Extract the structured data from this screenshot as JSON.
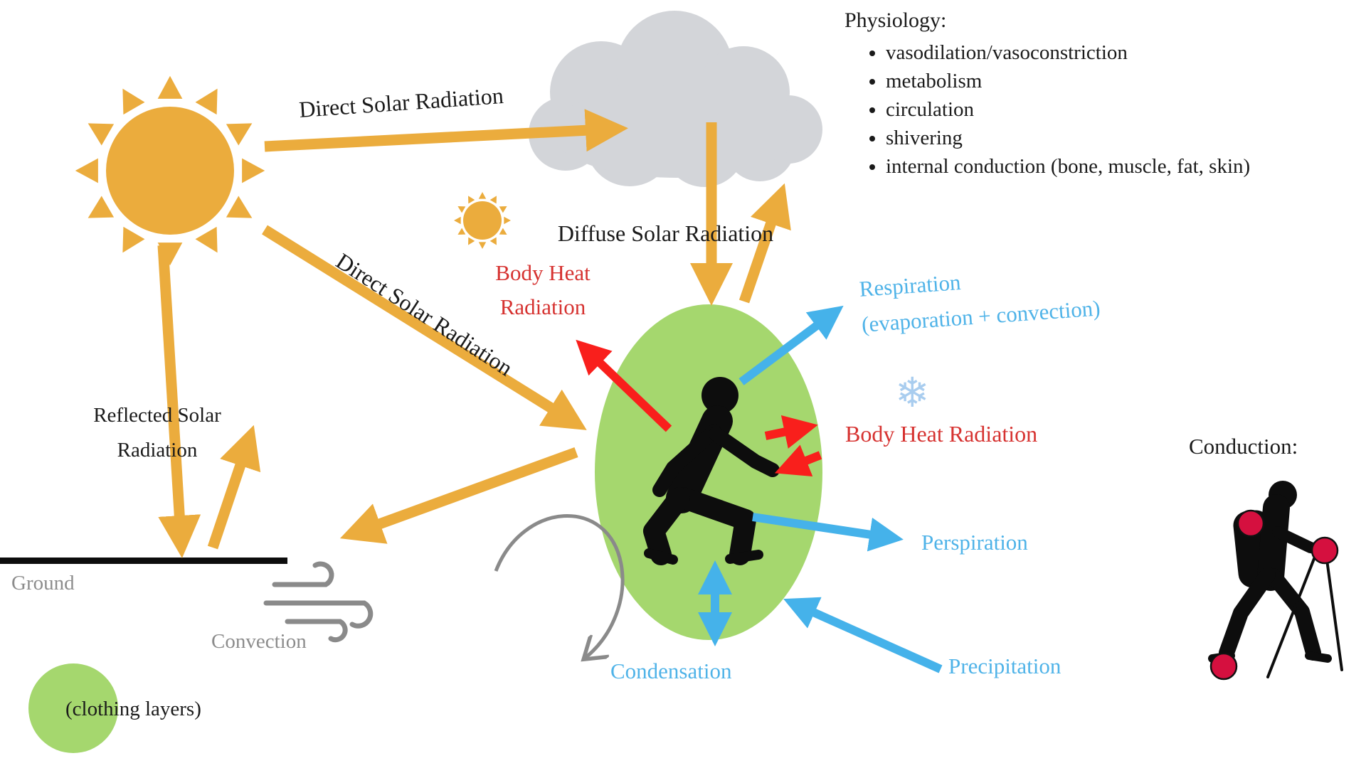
{
  "labels": {
    "direct_solar_top": "Direct Solar Radiation",
    "direct_solar_diag": "Direct Solar Radiation",
    "diffuse_solar": "Diffuse Solar Radiation",
    "body_heat_line1": "Body Heat",
    "body_heat_line2": "Radiation",
    "respiration": "Respiration",
    "respiration_sub": "(evaporation + convection)",
    "body_heat_right": "Body Heat Radiation",
    "perspiration": "Perspiration",
    "condensation": "Condensation",
    "precipitation": "Precipitation",
    "convection": "Convection",
    "ground": "Ground",
    "reflected_line1": "Reflected Solar",
    "reflected_line2": "Radiation",
    "clothing": "(clothing layers)",
    "conduction": "Conduction:"
  },
  "physiology": {
    "title": "Physiology:",
    "items": [
      "vasodilation/vasoconstriction",
      "metabolism",
      "circulation",
      "shivering",
      "internal conduction (bone, muscle, fat, skin)"
    ]
  },
  "icons": {
    "snowflake_glyph": "❄"
  },
  "colors": {
    "orange": "#EBAC3D",
    "green": "#A5D76E",
    "blue_arrow": "#45B2EA",
    "blue_text": "#4FB3E8",
    "red_arrow": "#F91F1C",
    "red_text": "#D63230",
    "cloud_gray": "#D3D5D9",
    "icon_gray": "#8A8A8A",
    "text_gray": "#8C8C8C",
    "snowflake_blue": "#A9CDEF",
    "conduction_dot_red": "#D5103F",
    "black": "#0D0D0D"
  }
}
